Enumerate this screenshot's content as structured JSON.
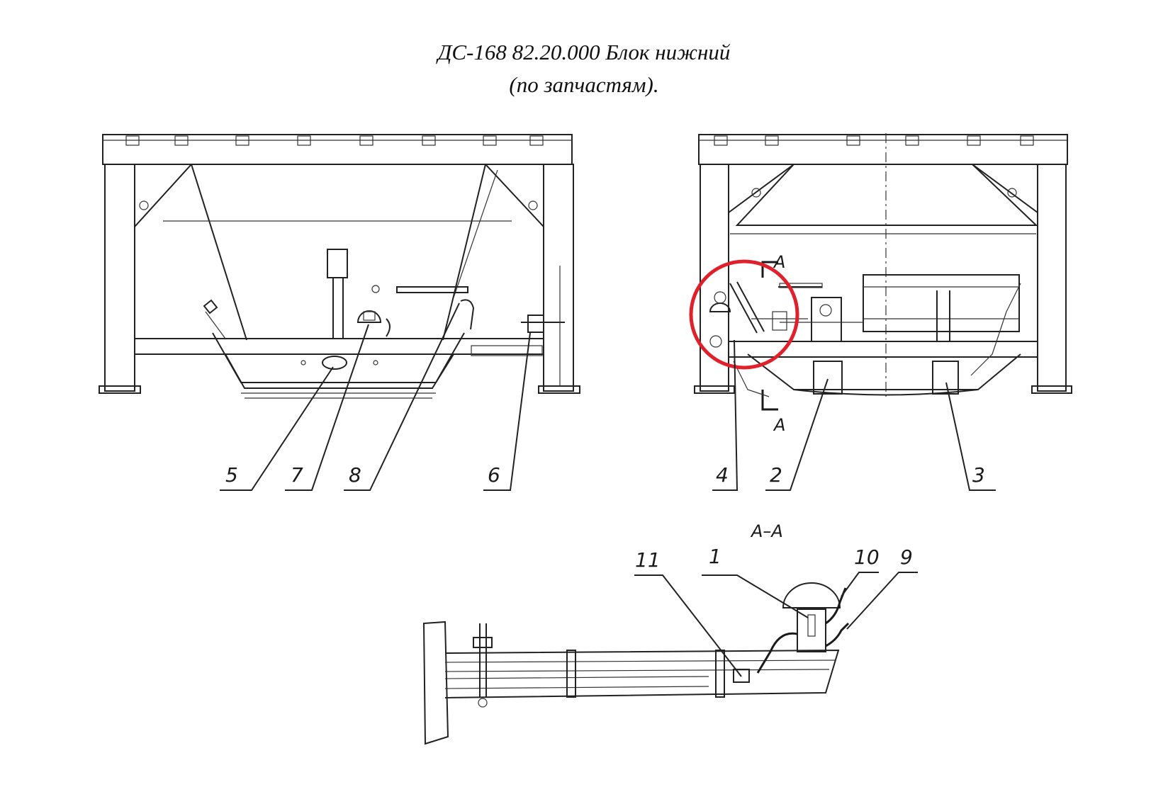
{
  "title": {
    "line1": "ДС-168 82.20.000 Блок нижний",
    "line2": "(по запчастям)."
  },
  "colors": {
    "ink": "#222222",
    "highlight": "#e0202a",
    "background": "#ffffff"
  },
  "callouts": {
    "left_view": [
      "5",
      "7",
      "8",
      "6"
    ],
    "right_view": [
      "4",
      "2",
      "3"
    ],
    "section_view": [
      "11",
      "1",
      "10",
      "9"
    ]
  },
  "section_marks": {
    "top": "A",
    "bottom": "A",
    "section_title": "A–A"
  },
  "highlight": {
    "shape": "circle",
    "color": "#e0202a",
    "target": "4"
  }
}
